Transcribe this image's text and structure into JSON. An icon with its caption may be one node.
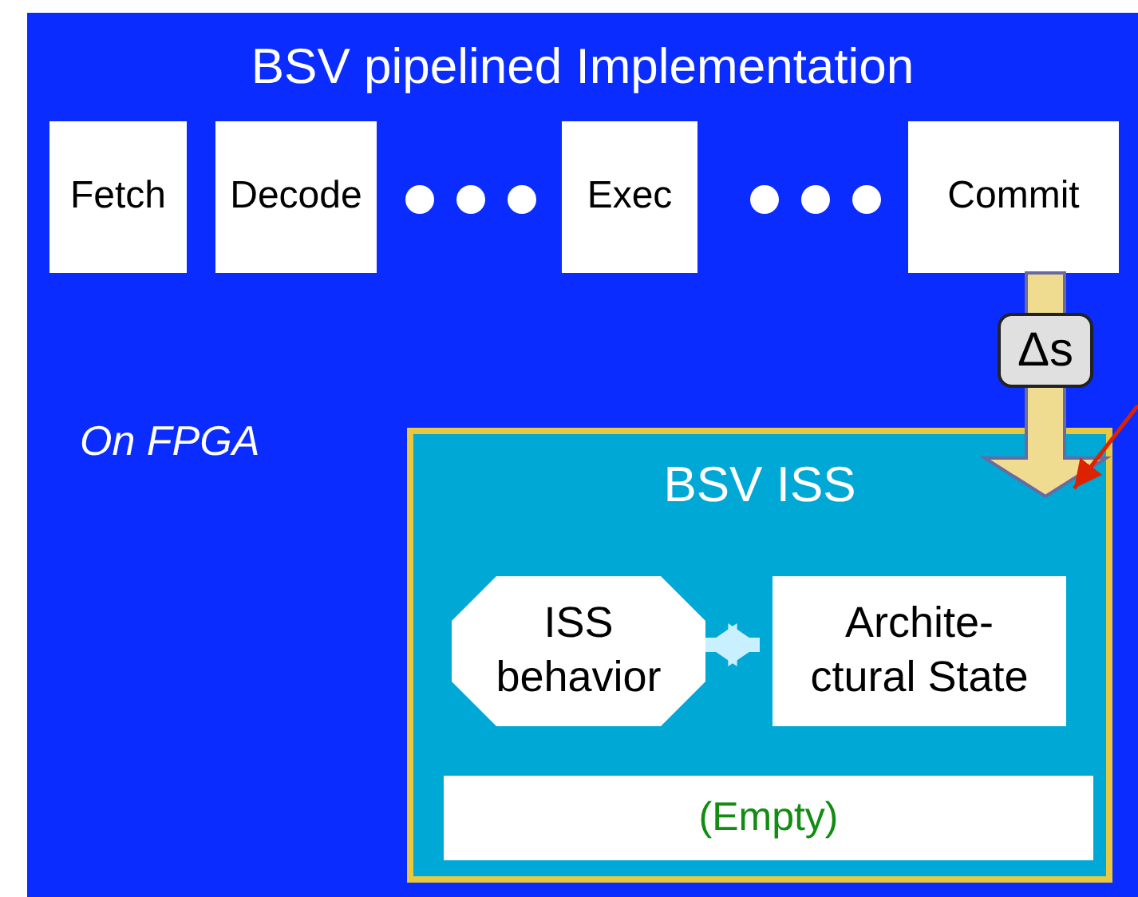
{
  "diagram": {
    "nodes": [
      {
        "text": [
          "BSV pipelined Implementation",
          "On FPGA"
        ]
      },
      {
        "text": [
          "Fetch"
        ],
        "in": 0
      },
      {
        "text": [
          "Decode"
        ],
        "in": 0
      },
      {
        "text": [
          "Exec"
        ],
        "in": 0
      },
      {
        "text": [
          "Commit"
        ],
        "in": 0
      },
      {
        "text": [
          "BSV ISS"
        ],
        "in": 0
      },
      {
        "text": [
          "ISS behavior"
        ],
        "in": 5
      },
      {
        "text": [
          "Archite- ctural State"
        ],
        "in": 5
      },
      {
        "text": [
          "(Empty)"
        ],
        "in": 5
      }
    ],
    "edges": [
      {
        "from": 4,
        "to": 5,
        "arrow": "to",
        "label": "Δs",
        "style": "thick",
        "color": "#f0dc90"
      },
      {
        "from": 6,
        "to": 7,
        "arrow": "both",
        "style": "thick",
        "color": "#c8f0ff"
      },
      {
        "from": null,
        "to": 5,
        "arrow": "to",
        "color": "#dd2200"
      }
    ]
  }
}
